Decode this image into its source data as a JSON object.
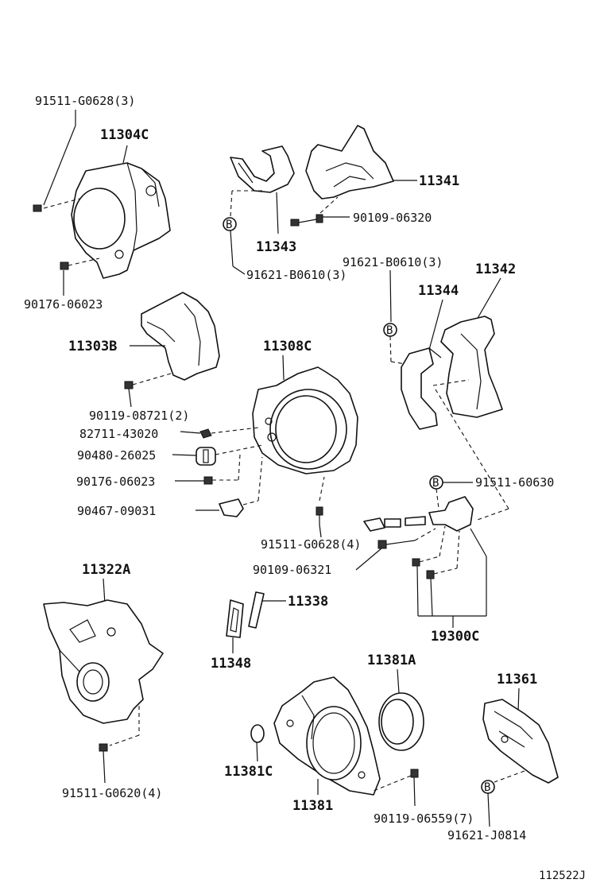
{
  "labels": {
    "p91511_g0628_3": "91511-G0628(3)",
    "p11304c": "11304C",
    "p90176_06023_a": "90176-06023",
    "p11341": "11341",
    "p90109_06320": "90109-06320",
    "p11343": "11343",
    "p91621_b0610_a": "91621-B0610(3)",
    "p91621_b0610_b": "91621-B0610(3)",
    "p11342": "11342",
    "p11344": "11344",
    "p11303b": "11303B",
    "p11308c": "11308C",
    "p90119_08721": "90119-08721(2)",
    "p82711_43020": "82711-43020",
    "p90480_26025": "90480-26025",
    "p90176_06023_b": "90176-06023",
    "p90467_09031": "90467-09031",
    "p91511_g0628_4": "91511-G0628(4)",
    "p91511_60630": "91511-60630",
    "p90109_06321": "90109-06321",
    "p11322a": "11322A",
    "p11338": "11338",
    "p11348": "11348",
    "p19300c": "19300C",
    "p11381a": "11381A",
    "p11361": "11361",
    "p11381c": "11381C",
    "p11381": "11381",
    "p91511_g0620": "91511-G0620(4)",
    "p90119_06559": "90119-06559(7)",
    "p91621_j0814": "91621-J0814",
    "marker_b": "B",
    "diagram_code": "112522J"
  }
}
